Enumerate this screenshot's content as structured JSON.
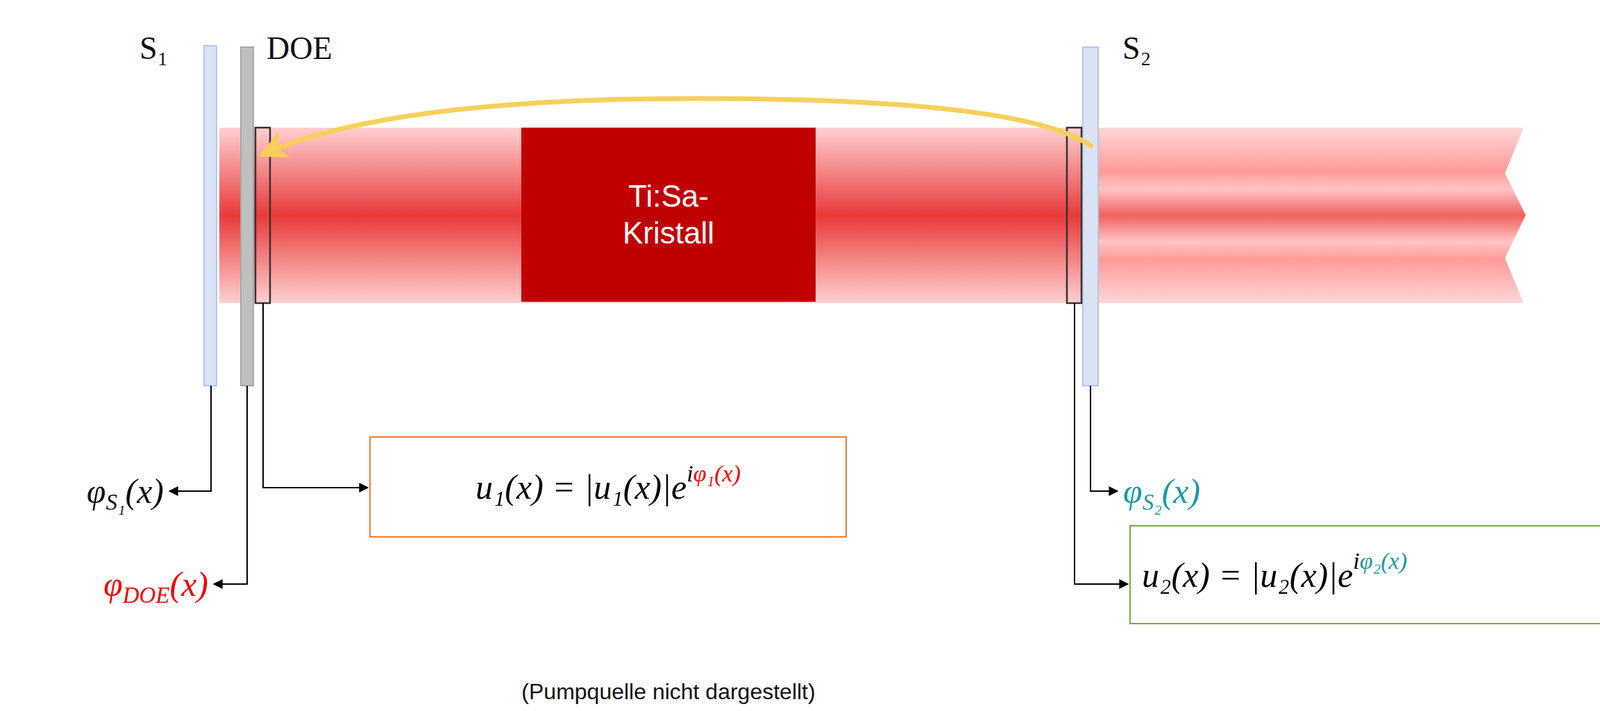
{
  "diagram": {
    "caption": "(Pumpquelle nicht dargestellt)",
    "nodes": [
      {
        "text": [
          "Ti:Sa- Kristall"
        ]
      },
      {
        "text": [
          "u₁(x) = |u₁(x)|e",
          "i",
          "φ₁(x)"
        ]
      },
      {
        "text": [
          "u₂(x) = |u₂(x)|e",
          "i",
          "φ₂(x)"
        ]
      }
    ],
    "labels": [
      "S₁",
      "DOE",
      "S₂",
      "φ",
      "S₁",
      "(x)",
      "φ",
      "DOE",
      "(x)",
      "φ",
      "S₂",
      "(x)"
    ]
  }
}
